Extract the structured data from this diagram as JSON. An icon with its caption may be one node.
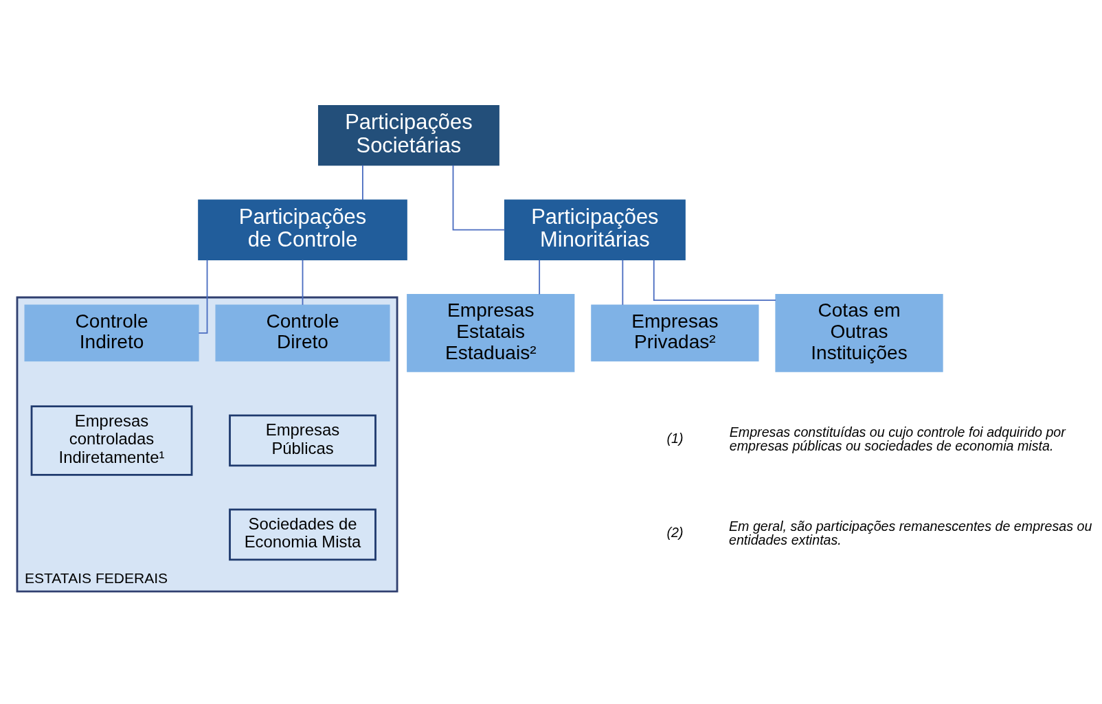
{
  "diagram": {
    "nodes": [
      {
        "text": [
          "Participações Societárias"
        ]
      },
      {
        "text": [
          "Participações de Controle"
        ]
      },
      {
        "text": [
          "Participações Minoritárias"
        ]
      },
      {
        "text": [
          "ESTATAIS FEDERAIS"
        ]
      },
      {
        "text": [
          "Controle Direto"
        ],
        "in": 3
      },
      {
        "text": [
          "Controle Indireto"
        ],
        "in": 3
      },
      {
        "text": [
          "Empresas Públicas"
        ],
        "in": 3
      },
      {
        "text": [
          "Sociedades de Economia Mista"
        ],
        "in": 3
      },
      {
        "text": [
          "Empresas controladas Indiretamente¹"
        ],
        "in": 3
      },
      {
        "text": [
          "Empresas Estatais Estaduais²"
        ]
      },
      {
        "text": [
          "Empresas Privadas²"
        ]
      },
      {
        "text": [
          "Cotas em Outras Instituições"
        ]
      }
    ],
    "edges": [
      {
        "from": 0,
        "to": 1,
        "arrow": "none"
      },
      {
        "from": 0,
        "to": 2,
        "arrow": "none"
      },
      {
        "from": 1,
        "to": 4,
        "arrow": "none"
      },
      {
        "from": 1,
        "to": 5,
        "arrow": "none"
      },
      {
        "from": 2,
        "to": 9,
        "arrow": "none"
      },
      {
        "from": 2,
        "to": 10,
        "arrow": "none"
      },
      {
        "from": 2,
        "to": 11,
        "arrow": "none"
      }
    ],
    "labels": [
      "(1)",
      "Empresas constituídas ou cujo controle foi adquirido por empresas públicas ou sociedades de economia mista.",
      "(2)",
      "Em geral, são participações remanescentes de empresas ou entidades extintas."
    ]
  }
}
